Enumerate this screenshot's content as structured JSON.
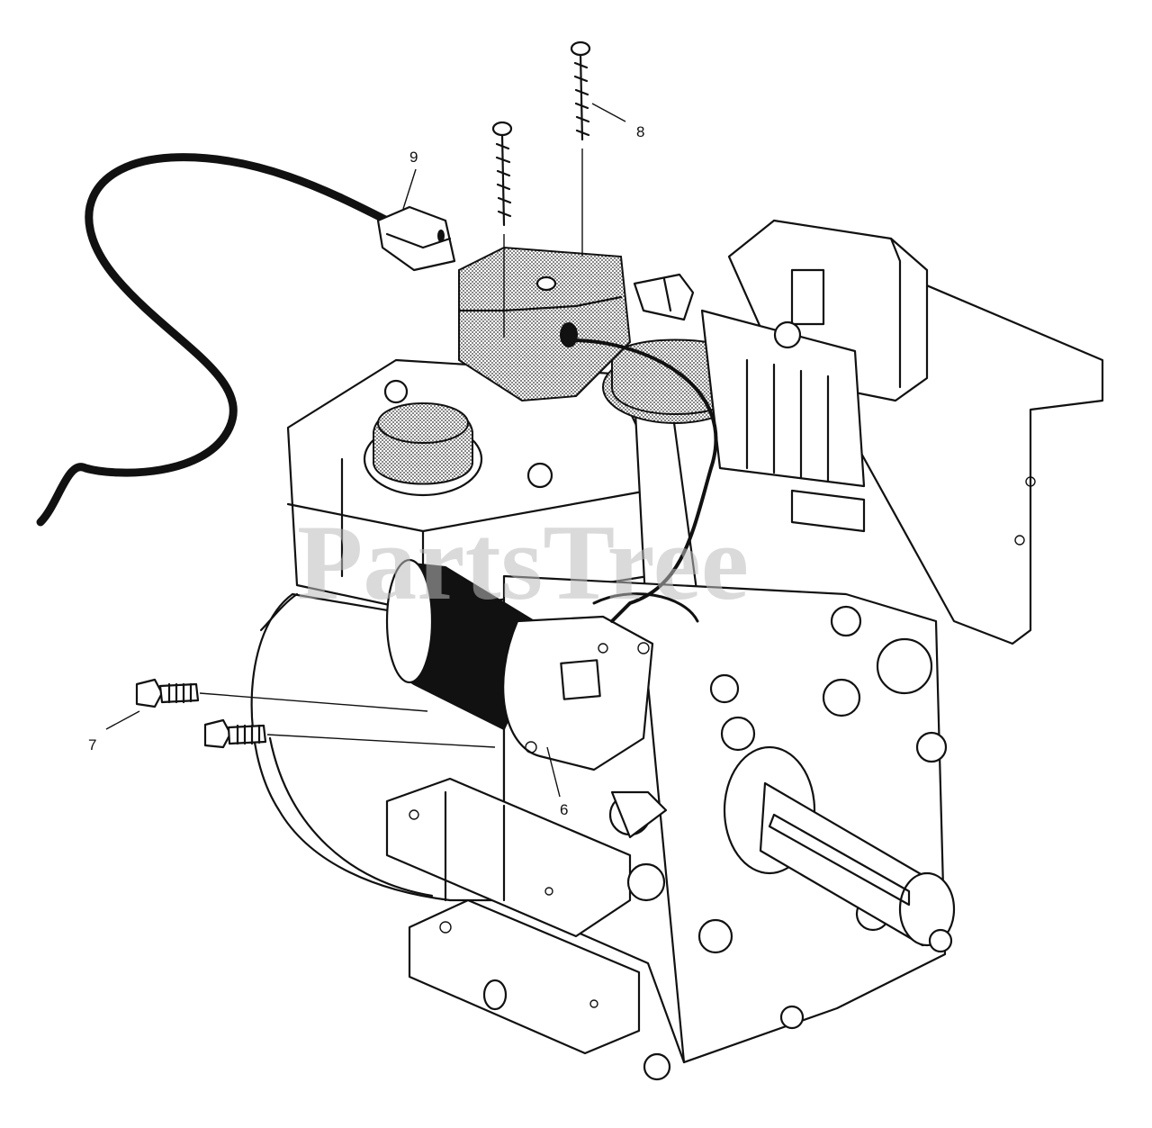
{
  "diagram": {
    "watermark": "PartsTree",
    "callouts": [
      {
        "id": "9",
        "label": "9"
      },
      {
        "id": "8",
        "label": "8"
      },
      {
        "id": "7",
        "label": "7"
      },
      {
        "id": "6",
        "label": "6"
      }
    ]
  },
  "colors": {
    "ink": "#111111",
    "paper": "#ffffff",
    "watermark": "#bdbdbd"
  }
}
